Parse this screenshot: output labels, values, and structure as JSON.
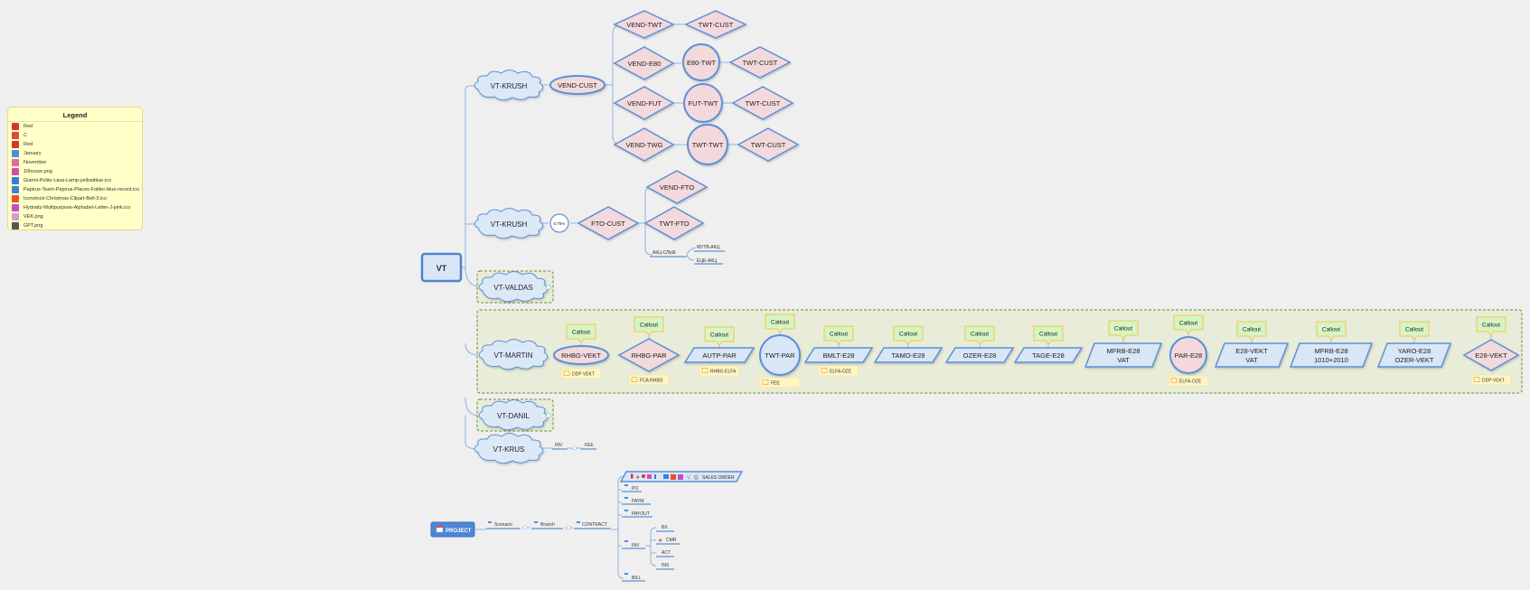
{
  "legend": {
    "title": "Legend",
    "items": [
      {
        "label": "Red",
        "icon": "red-flag-icon",
        "color": "#d9342b"
      },
      {
        "label": "C",
        "icon": "red-star-icon",
        "color": "#e0483a"
      },
      {
        "label": "Red",
        "icon": "red-person-icon",
        "color": "#d9342b"
      },
      {
        "label": "January",
        "icon": "calendar-january-icon",
        "color": "#4a90d9"
      },
      {
        "label": "November",
        "icon": "calendar-november-icon",
        "color": "#e06a9a"
      },
      {
        "label": "10house.png",
        "icon": "house-icon",
        "color": "#d04fa8"
      },
      {
        "label": "Gianni-Polito-Lava-Lamp-yellowblue.ico",
        "icon": "lava-lamp-icon",
        "color": "#3b7bd6"
      },
      {
        "label": "Papirus-Team-Papirus-Places-Folder-blue-recent.ico",
        "icon": "folder-icon",
        "color": "#3d82d8"
      },
      {
        "label": "Iconstock-Christmas-Clipart-Bell-3.ico",
        "icon": "bell-icon",
        "color": "#e2542b"
      },
      {
        "label": "Hydrattz-Multipurpose-Alphabet-Letter-J-pink.ico",
        "icon": "letter-j-icon",
        "color": "#c24fc0"
      },
      {
        "label": "VEK.png",
        "icon": "vek-icon",
        "color": "#c9a0d8"
      },
      {
        "label": "GPT.png",
        "icon": "gpt-icon",
        "color": "#555555"
      }
    ]
  },
  "root": {
    "label": "VT"
  },
  "krush1": {
    "label": "VT-KRUSH",
    "vend_cust": "VEND-CUST",
    "rows": [
      {
        "a": "VEND-TWT",
        "b": "",
        "c": "TWT-CUST"
      },
      {
        "a": "VEND-E80",
        "b": "E80-TWT",
        "c": "TWT-CUST"
      },
      {
        "a": "VEND-FUT",
        "b": "FUT-TWT",
        "c": "TWT-CUST"
      },
      {
        "a": "VEND-TWG",
        "b": "TWT-TWT",
        "c": "TWT-CUST"
      }
    ]
  },
  "krush2": {
    "label": "VT-KRUSH",
    "rate": "0.75%",
    "fto_cust": "FTO-CUST",
    "vend_fto": "VEND-FTO",
    "twt_fto": "TWT-FTO",
    "small": "АКЦ-СЛЫЕ",
    "leaf1": "МУТВ-АКЦ",
    "leaf2": "ЕЦЕ-АКЦ"
  },
  "valdas": {
    "label": "VT-VALDAS"
  },
  "martin": {
    "label": "VT-MARTIN",
    "callout": "Callout",
    "nodes": [
      {
        "l1": "RHBG-VEKT",
        "l2": "",
        "note": "DDP VEKT"
      },
      {
        "l1": "RHBG-PAR",
        "l2": "",
        "note": "FCA RHBG"
      },
      {
        "l1": "AUTP-PAR",
        "l2": "",
        "note": "RHBG-ELFA"
      },
      {
        "l1": "TWT-PAR",
        "l2": "",
        "note": "FEE"
      },
      {
        "l1": "BMLT-E28",
        "l2": "",
        "note": "ELFA-OZE"
      },
      {
        "l1": "TAMO-E28",
        "l2": "",
        "note": ""
      },
      {
        "l1": "OZER-E28",
        "l2": "",
        "note": ""
      },
      {
        "l1": "TAGE-E28",
        "l2": "",
        "note": ""
      },
      {
        "l1": "MFRB-E28",
        "l2": "VAT",
        "note": ""
      },
      {
        "l1": "PAR-E28",
        "l2": "",
        "note": "ELFA-OZE"
      },
      {
        "l1": "E28-VEKT",
        "l2": "VAT",
        "note": ""
      },
      {
        "l1": "MFRB-E28",
        "l2": "1010+2010",
        "note": ""
      },
      {
        "l1": "YARO-E28",
        "l2": "OZER-VEKT",
        "note": ""
      },
      {
        "l1": "E28-VEKT",
        "l2": "",
        "note": "DDP VEKT"
      }
    ]
  },
  "danil": {
    "label": "VT-DANIL"
  },
  "krus": {
    "label": "VT-KRUS",
    "inv": "INV",
    "fee": "FEE"
  },
  "project": {
    "label": "PROJECT",
    "scenario": "Scenario",
    "branch": "Branch",
    "contract": "CONTRACT",
    "sales_order": "SALES ORDER",
    "po": "PO",
    "paymt": "PAYM",
    "payout": "PAYOUT",
    "inv": "INV",
    "bl": "B/L",
    "cmr": "CMR",
    "act": "ACT",
    "ins": "INS",
    "bill": "BILL"
  },
  "colors": {
    "pink_fill": "#f3d9dc",
    "blue_stroke": "#5b90d6",
    "cloud_fill": "#dbe8f6",
    "blue_fill": "#d8e6f6",
    "callout_fill": "#d6f5c4",
    "callout_stroke": "#f0c84a",
    "group_fill": "#e8ecd8",
    "group_stroke": "#6f8a2e",
    "project_fill": "#4f87d4",
    "legend_fill": "#ffffc8"
  }
}
